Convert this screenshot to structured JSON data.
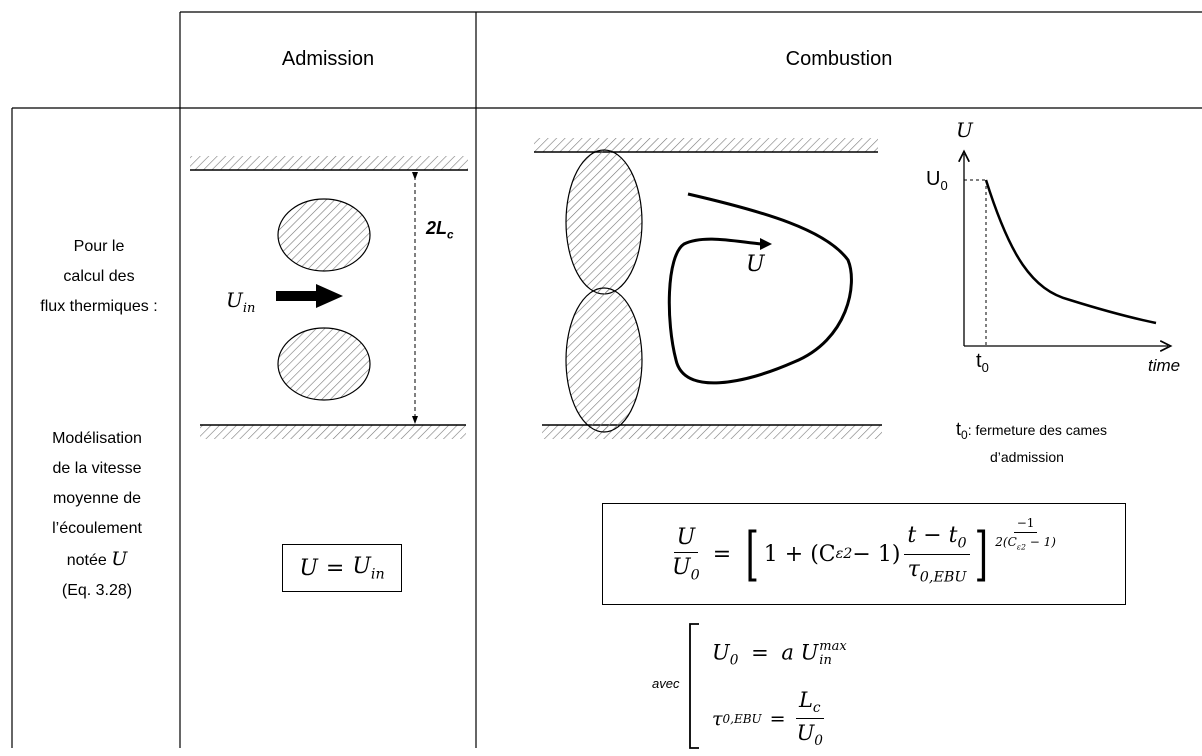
{
  "headers": {
    "admission": "Admission",
    "combustion": "Combustion"
  },
  "left": {
    "para1": [
      "Pour le",
      "calcul des",
      "flux thermiques :"
    ],
    "para2": [
      "Modélisation",
      "de la vitesse",
      "moyenne de",
      "l’écoulement",
      "notée"
    ],
    "var": "U",
    "eq_ref": "(Eq. 3.28)"
  },
  "admission": {
    "height_label": "2L",
    "height_sub": "c",
    "inlet_label": "U",
    "inlet_sub": "in",
    "equation": {
      "lhs": "U",
      "rhs": "U",
      "rhs_sub": "in"
    }
  },
  "combustion": {
    "flow_label": "U",
    "graph": {
      "y_label": "U",
      "u0_label": "U",
      "u0_sub": "0",
      "t0_label": "t",
      "t0_sub": "0",
      "x_label": "time"
    },
    "note": {
      "sym": "t",
      "sub": "0",
      "line1": ": fermeture des cames",
      "line2": "d’admission"
    },
    "main_eq": {
      "lhs_num": "U",
      "lhs_den": "U",
      "lhs_den_sub": "0",
      "one_plus": "1 + (C",
      "c_sub": "ε2",
      "minus1": " − 1)",
      "frac_num": "t − t",
      "frac_num_sub": "0",
      "frac_den": "τ",
      "frac_den_sub": "0,EBU",
      "exp_num": "−1",
      "exp_den": "2(C",
      "exp_den_sub": "ε2",
      "exp_den_end": " − 1)"
    },
    "avec": "avec",
    "sys1": {
      "lhs": "U",
      "lhs_sub": "0",
      "a": "a U",
      "sup": "max",
      "sub": "in"
    },
    "sys2": {
      "lhs": "τ",
      "lhs_sub": "0,EBU",
      "num": "L",
      "num_sub": "c",
      "den": "U",
      "den_sub": "0"
    }
  }
}
